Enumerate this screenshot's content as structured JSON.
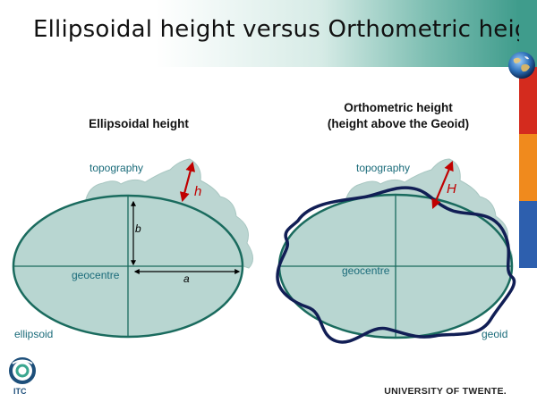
{
  "slide": {
    "title": "Ellipsoidal height versus Orthometric height"
  },
  "left_panel": {
    "heading": "Ellipsoidal height",
    "labels": {
      "topography": "topography",
      "height_symbol": "h",
      "semi_minor": "b",
      "semi_major": "a",
      "centre": "geocentre",
      "surface": "ellipsoid"
    }
  },
  "right_panel": {
    "heading_line1": "Orthometric height",
    "heading_line2": "(height above the Geoid)",
    "labels": {
      "topography": "topography",
      "height_symbol": "H",
      "centre": "geocentre",
      "surface": "geoid"
    }
  },
  "footer": {
    "logo_text": "ITC",
    "university": "UNIVERSITY OF TWENTE."
  },
  "colors": {
    "ellipse_fill": "#b8d6d1",
    "ellipse_stroke": "#1a6b5e",
    "topography_fill": "#bcd6d2",
    "geoid_stroke": "#111e55",
    "arrow": "#c00000",
    "label_teal": "#1a6b7a",
    "side_teal": "#3f9c8c",
    "side_red": "#d42b1e",
    "side_orange": "#f08a1d",
    "side_blue": "#2d5fae"
  }
}
